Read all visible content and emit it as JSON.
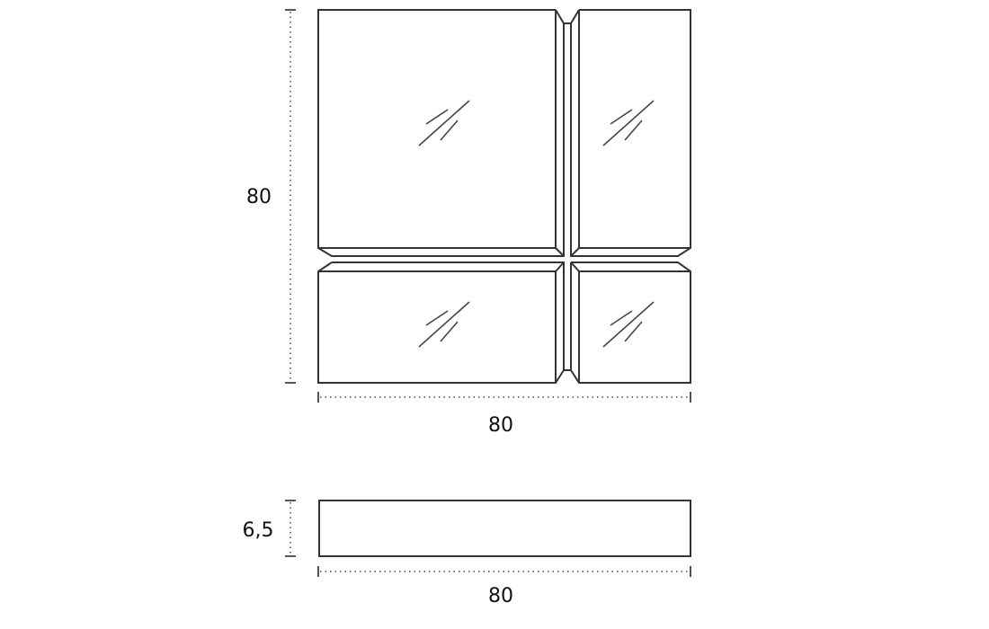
{
  "front_view": {
    "height_label": "80",
    "width_label": "80"
  },
  "top_view": {
    "depth_label": "6,5",
    "width_label": "80"
  },
  "colors": {
    "line": "#333333",
    "dimension": "#777777",
    "background": "#ffffff"
  }
}
